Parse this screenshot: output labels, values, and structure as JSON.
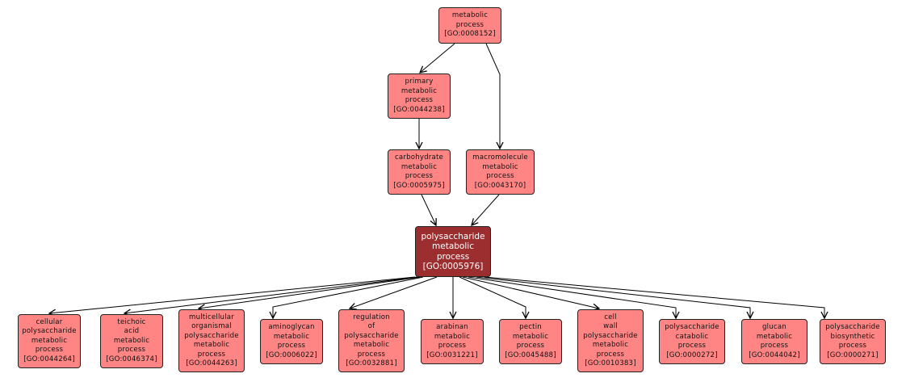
{
  "title": "GO term ancestry and children of polysaccharide metabolic process",
  "colors": {
    "node_fill": "#ff8585",
    "focus_fill": "#9c2e30",
    "border": "#222222",
    "edge": "#000000"
  },
  "nodes": [
    {
      "id": "n0008152",
      "lines": [
        "metabolic",
        "process",
        "[GO:0008152]"
      ],
      "focus": false
    },
    {
      "id": "n0044238",
      "lines": [
        "primary",
        "metabolic",
        "process",
        "[GO:0044238]"
      ],
      "focus": false
    },
    {
      "id": "n0005975",
      "lines": [
        "carbohydrate",
        "metabolic",
        "process",
        "[GO:0005975]"
      ],
      "focus": false
    },
    {
      "id": "n0043170",
      "lines": [
        "macromolecule",
        "metabolic",
        "process",
        "[GO:0043170]"
      ],
      "focus": false
    },
    {
      "id": "n0005976",
      "lines": [
        "polysaccharide",
        "metabolic",
        "process",
        "[GO:0005976]"
      ],
      "focus": true
    },
    {
      "id": "n0044264",
      "lines": [
        "cellular",
        "polysaccharide",
        "metabolic",
        "process",
        "[GO:0044264]"
      ],
      "focus": false
    },
    {
      "id": "n0046374",
      "lines": [
        "teichoic",
        "acid",
        "metabolic",
        "process",
        "[GO:0046374]"
      ],
      "focus": false
    },
    {
      "id": "n0044263",
      "lines": [
        "multicellular",
        "organismal",
        "polysaccharide",
        "metabolic",
        "process",
        "[GO:0044263]"
      ],
      "focus": false
    },
    {
      "id": "n0006022",
      "lines": [
        "aminoglycan",
        "metabolic",
        "process",
        "[GO:0006022]"
      ],
      "focus": false
    },
    {
      "id": "n0032881",
      "lines": [
        "regulation",
        "of",
        "polysaccharide",
        "metabolic",
        "process",
        "[GO:0032881]"
      ],
      "focus": false
    },
    {
      "id": "n0031221",
      "lines": [
        "arabinan",
        "metabolic",
        "process",
        "[GO:0031221]"
      ],
      "focus": false
    },
    {
      "id": "n0045488",
      "lines": [
        "pectin",
        "metabolic",
        "process",
        "[GO:0045488]"
      ],
      "focus": false
    },
    {
      "id": "n0010383",
      "lines": [
        "cell",
        "wall",
        "polysaccharide",
        "metabolic",
        "process",
        "[GO:0010383]"
      ],
      "focus": false
    },
    {
      "id": "n0000272",
      "lines": [
        "polysaccharide",
        "catabolic",
        "process",
        "[GO:0000272]"
      ],
      "focus": false
    },
    {
      "id": "n0044042",
      "lines": [
        "glucan",
        "metabolic",
        "process",
        "[GO:0044042]"
      ],
      "focus": false
    },
    {
      "id": "n0000271",
      "lines": [
        "polysaccharide",
        "biosynthetic",
        "process",
        "[GO:0000271]"
      ],
      "focus": false
    }
  ],
  "edges": [
    {
      "from": "n0008152",
      "to": "n0044238"
    },
    {
      "from": "n0008152",
      "to": "n0043170"
    },
    {
      "from": "n0044238",
      "to": "n0005975"
    },
    {
      "from": "n0005975",
      "to": "n0005976"
    },
    {
      "from": "n0043170",
      "to": "n0005976"
    },
    {
      "from": "n0005976",
      "to": "n0044264"
    },
    {
      "from": "n0005976",
      "to": "n0046374"
    },
    {
      "from": "n0005976",
      "to": "n0044263"
    },
    {
      "from": "n0005976",
      "to": "n0006022"
    },
    {
      "from": "n0005976",
      "to": "n0032881"
    },
    {
      "from": "n0005976",
      "to": "n0031221"
    },
    {
      "from": "n0005976",
      "to": "n0045488"
    },
    {
      "from": "n0005976",
      "to": "n0010383"
    },
    {
      "from": "n0005976",
      "to": "n0000272"
    },
    {
      "from": "n0005976",
      "to": "n0044042"
    },
    {
      "from": "n0005976",
      "to": "n0000271"
    }
  ]
}
